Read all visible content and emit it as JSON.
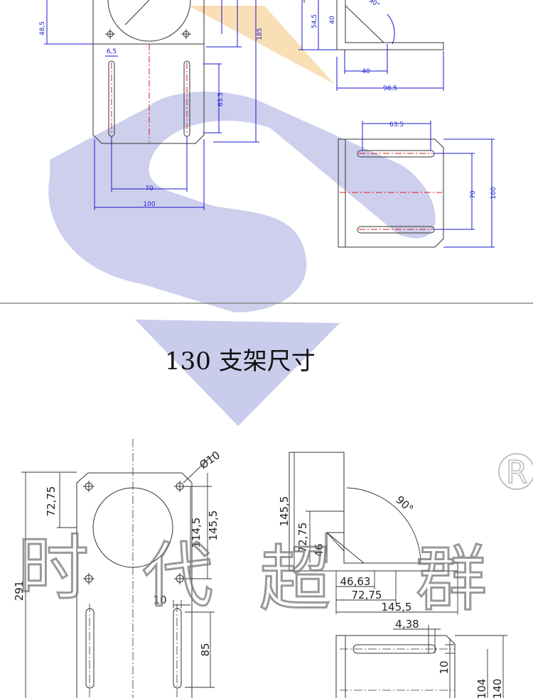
{
  "brand_colors": {
    "logo_blue": "#c4c7ea",
    "logo_orange": "#f8d9a8",
    "dim_blue": "#1a1ad0",
    "center_red": "#e01818"
  },
  "upper": {
    "front": [
      "48,5",
      "6,5",
      "63.5",
      "185",
      "70",
      "100"
    ],
    "side": [
      "54,5",
      "40",
      "90°",
      "40",
      "98,5"
    ],
    "bottom": [
      "63.5",
      "70",
      "100"
    ]
  },
  "section_title": "130 支架尺寸",
  "lower": {
    "front": [
      "Ø10",
      "72,75",
      "114,5",
      "145,5",
      "291",
      "10",
      "85"
    ],
    "side": [
      "145,5",
      "72,75",
      "46",
      "90°",
      "46,63",
      "72,75",
      "145,5"
    ],
    "bottom": [
      "4,38",
      "10",
      "104",
      "140"
    ]
  },
  "registered_mark": "R",
  "watermark": [
    "时",
    "代",
    "超",
    "群"
  ]
}
